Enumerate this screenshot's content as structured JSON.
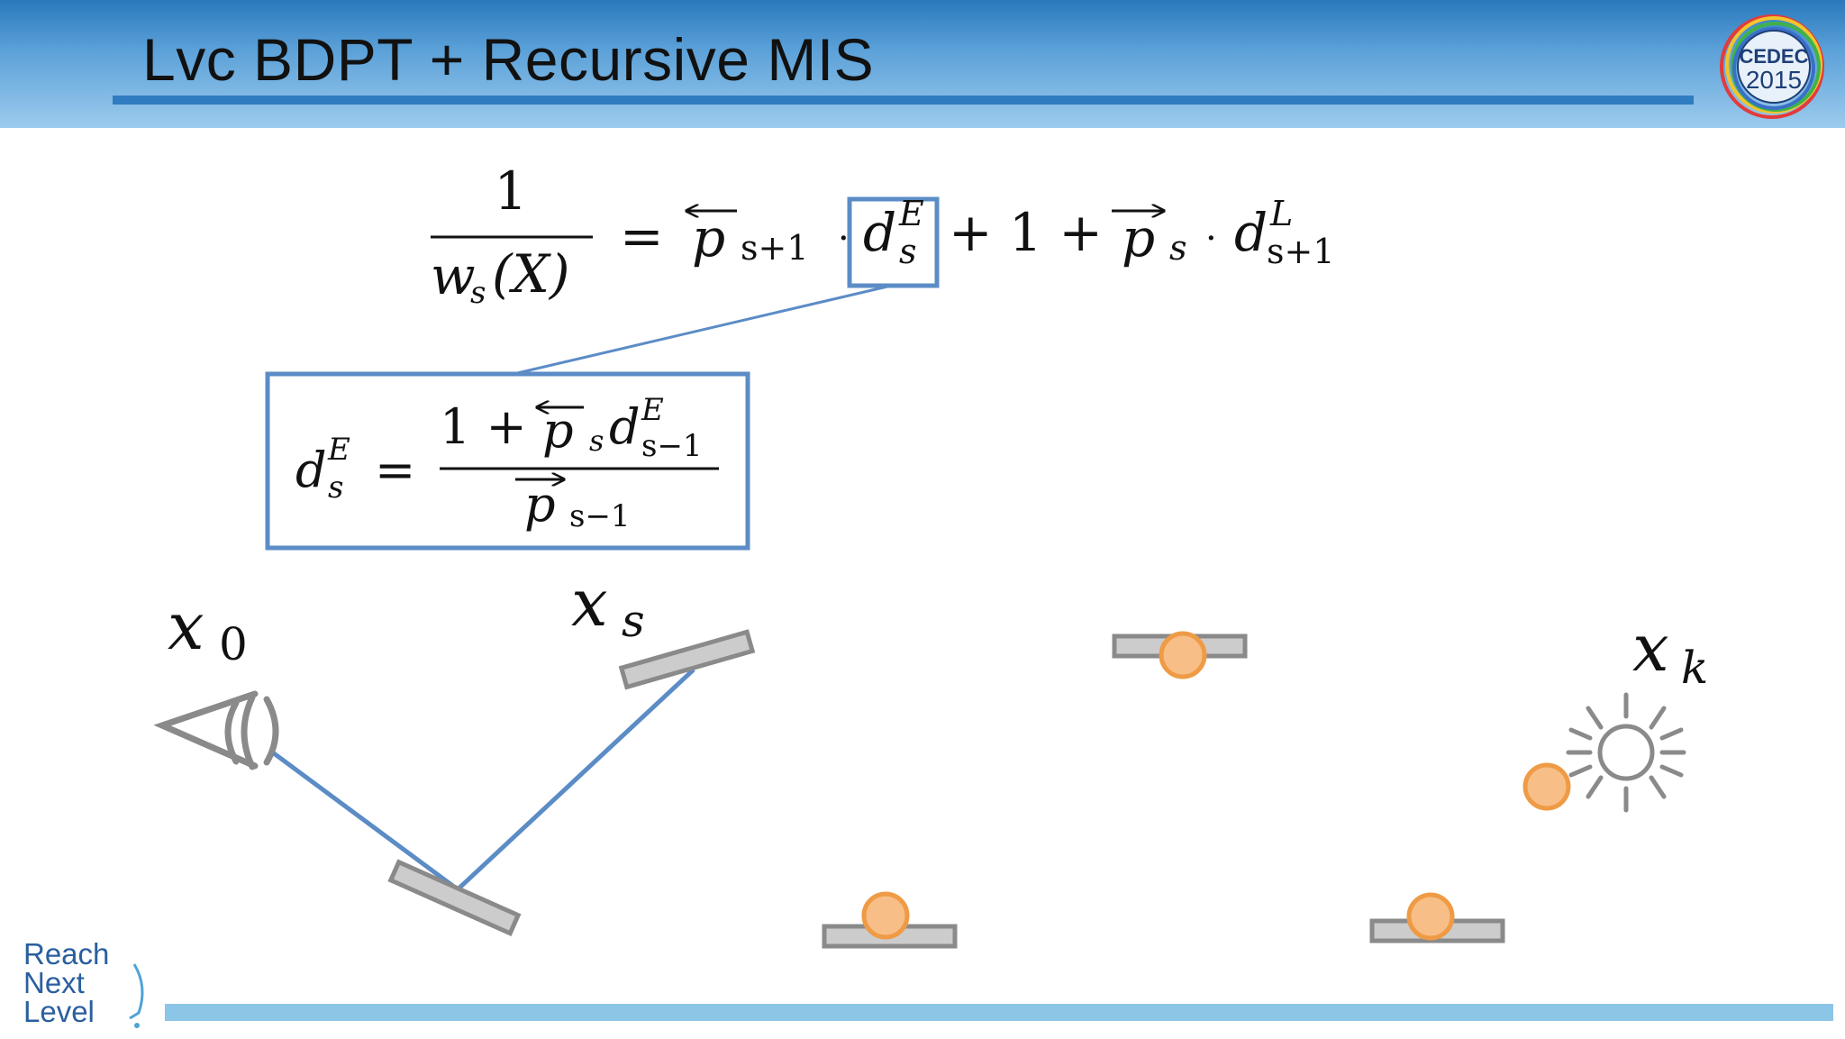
{
  "slide": {
    "title": "Lvc BDPT + Recursive MIS"
  },
  "logos": {
    "cedec": {
      "line1": "CEDEC",
      "line2": "2015"
    },
    "reach_next_level": {
      "line1": "Reach",
      "line2": "Next",
      "line3": "Level"
    }
  },
  "equation_main": {
    "numerator": "1",
    "denominator": "w",
    "den_sub": "s",
    "den_arg": "(X)",
    "equals": "=",
    "p_back": "p",
    "p_back_sub": "s+1",
    "dot": "·",
    "d": "d",
    "dE_sup": "E",
    "dE_sub": "s",
    "plus_one": "+ 1 +",
    "p_fwd": "p",
    "p_fwd_sub": "s",
    "dot2": "·",
    "d2": "d",
    "dL_sup": "L",
    "dL_sub": "s+1"
  },
  "equation_box": {
    "lhs_d": "d",
    "lhs_sup": "E",
    "lhs_sub": "s",
    "equals": "=",
    "num_one_plus": "1 +",
    "num_p": "p",
    "num_p_sub": "s",
    "num_d": "d",
    "num_d_sup": "E",
    "num_d_sub": "s−1",
    "den_p": "p",
    "den_p_sub": "s−1"
  },
  "labels": {
    "x0": {
      "base": "x",
      "sub": "0"
    },
    "xs": {
      "base": "x",
      "sub": "s"
    },
    "xk": {
      "base": "x",
      "sub": "k"
    }
  },
  "colors": {
    "header_blue": "#2f7cc0",
    "path_line": "#5b8cc6",
    "surface_fill": "#cccccc",
    "surface_stroke": "#8a8a8a",
    "vertex_fill": "#f8be87",
    "vertex_stroke": "#ef9b46",
    "footer_rule": "#8cc6e6"
  },
  "icons": [
    "eye-icon",
    "sun-light-icon"
  ]
}
